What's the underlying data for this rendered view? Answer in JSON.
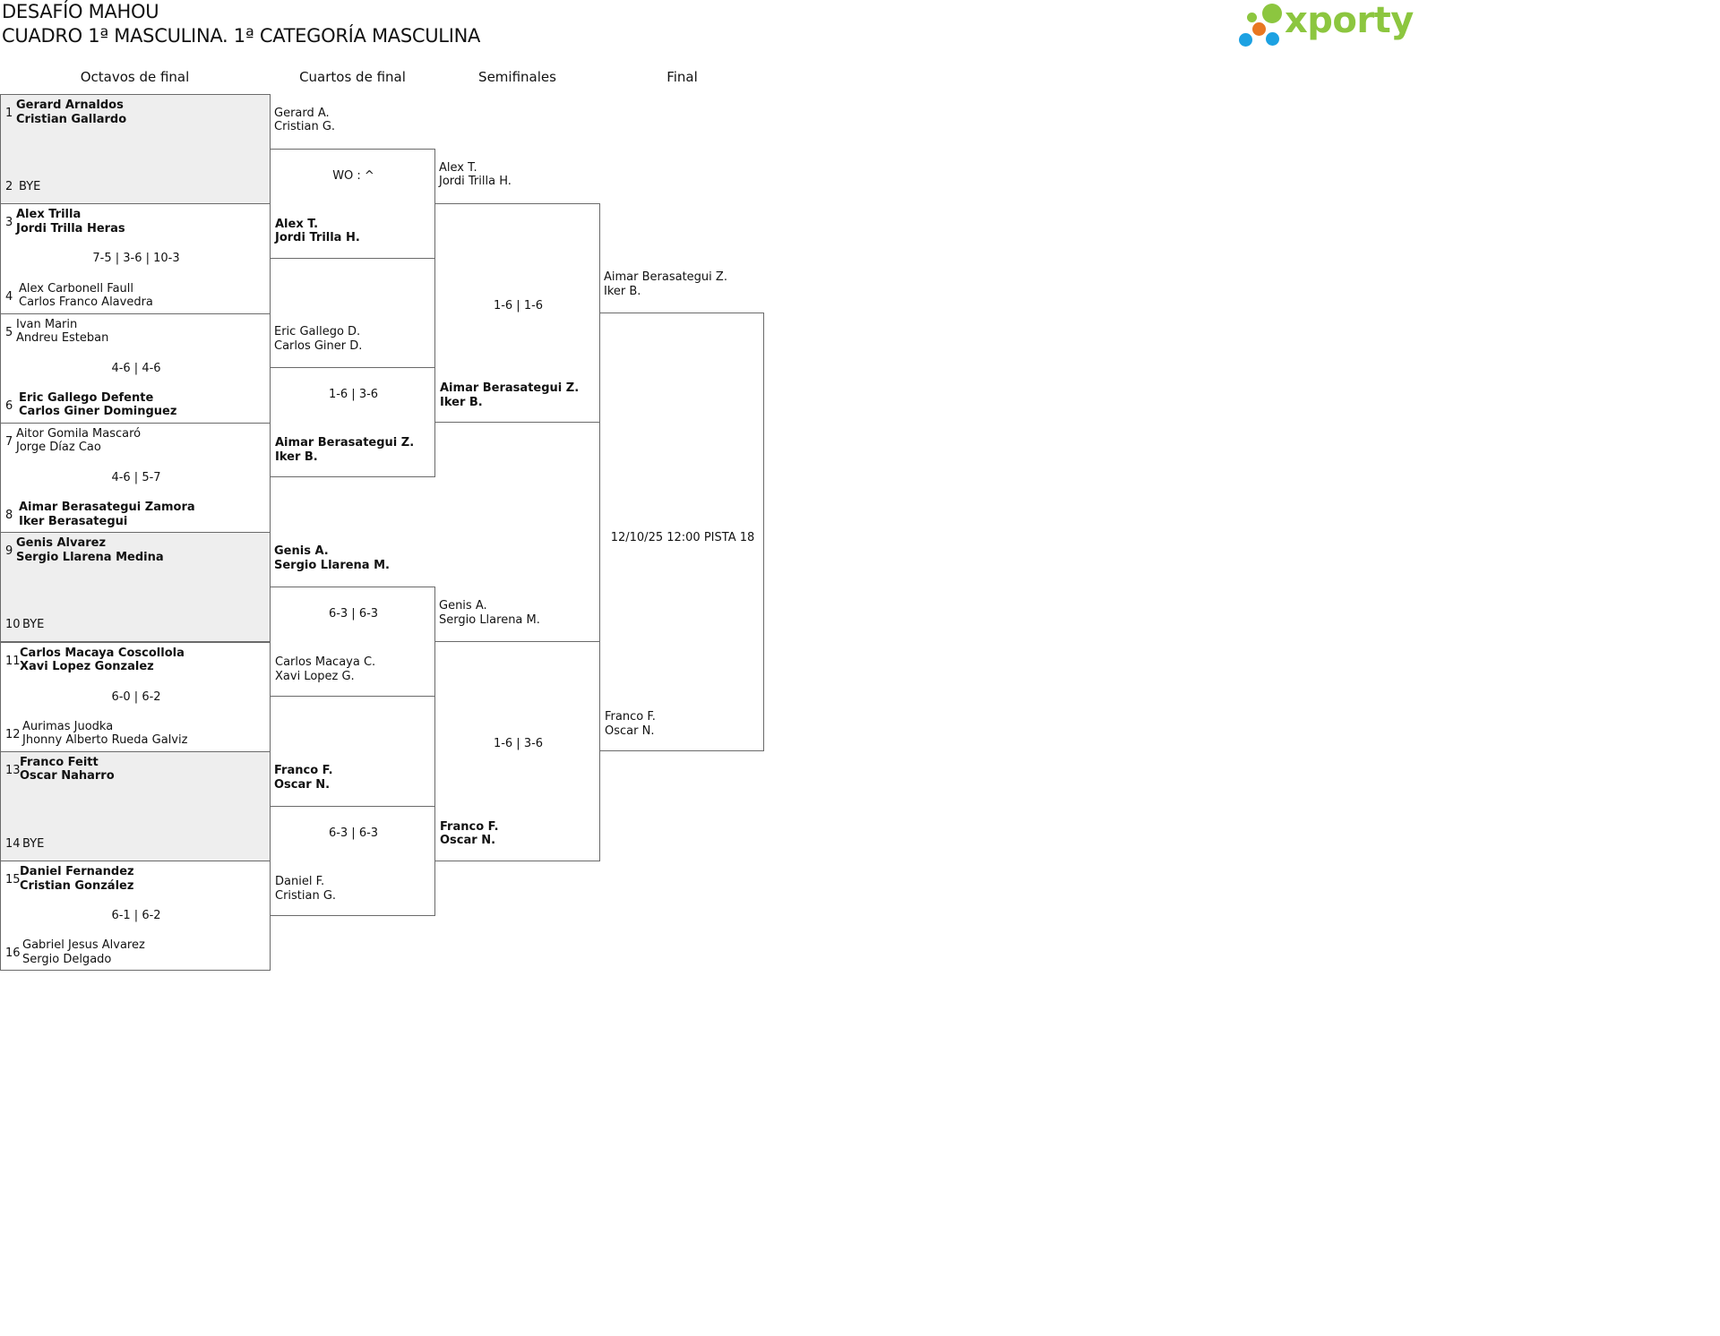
{
  "header": {
    "title": "DESAFÍO MAHOU",
    "subtitle": "CUADRO 1ª MASCULINA. 1ª CATEGORÍA MASCULINA",
    "logo_text": "xporty",
    "logo_colors": [
      "#8cc63f",
      "#e87722",
      "#1ca1e2"
    ]
  },
  "rounds": [
    "Octavos de final",
    "Cuartos de final",
    "Semifinales",
    "Final"
  ],
  "colors": {
    "winner_text": "#111111",
    "shaded_box": "#eeeeee",
    "border": "#6a6a6a"
  },
  "r16": [
    {
      "seedA": "1",
      "teamA": [
        "Gerard Arnaldos",
        "Cristian Gallardo"
      ],
      "seedB": "2",
      "teamB": [
        "BYE"
      ],
      "score": "",
      "winner": "A",
      "bye": true
    },
    {
      "seedA": "3",
      "teamA": [
        "Alex Trilla",
        "Jordi Trilla Heras"
      ],
      "seedB": "4",
      "teamB": [
        "Alex Carbonell Faull",
        "Carlos Franco Alavedra"
      ],
      "score": "7-5 | 3-6 | 10-3",
      "winner": "A"
    },
    {
      "seedA": "5",
      "teamA": [
        "Ivan Marin",
        "Andreu Esteban"
      ],
      "seedB": "6",
      "teamB": [
        "Eric Gallego Defente",
        "Carlos Giner Dominguez"
      ],
      "score": "4-6 | 4-6",
      "winner": "B"
    },
    {
      "seedA": "7",
      "teamA": [
        "Aitor Gomila Mascaró",
        "Jorge Díaz Cao"
      ],
      "seedB": "8",
      "teamB": [
        "Aimar Berasategui Zamora",
        "Iker Berasategui"
      ],
      "score": "4-6 | 5-7",
      "winner": "B"
    },
    {
      "seedA": "9",
      "teamA": [
        "Genis Alvarez",
        "Sergio Llarena Medina"
      ],
      "seedB": "10",
      "teamB": [
        "BYE"
      ],
      "score": "",
      "winner": "A",
      "bye": true
    },
    {
      "seedA": "11",
      "teamA": [
        "Carlos Macaya Coscollola",
        "Xavi Lopez Gonzalez"
      ],
      "seedB": "12",
      "teamB": [
        "Aurimas Juodka",
        "Jhonny Alberto Rueda Galviz"
      ],
      "score": "6-0 | 6-2",
      "winner": "A"
    },
    {
      "seedA": "13",
      "teamA": [
        "Franco Feitt",
        "Oscar Naharro"
      ],
      "seedB": "14",
      "teamB": [
        "BYE"
      ],
      "score": "",
      "winner": "A",
      "bye": true
    },
    {
      "seedA": "15",
      "teamA": [
        "Daniel Fernandez",
        "Cristian González"
      ],
      "seedB": "16",
      "teamB": [
        "Gabriel Jesus Alvarez",
        "Sergio Delgado"
      ],
      "score": "6-1 | 6-2",
      "winner": "A"
    }
  ],
  "qf": [
    {
      "teamA": [
        "Gerard A.",
        "Cristian G."
      ],
      "teamB": [
        "Alex T.",
        "Jordi Trilla H."
      ],
      "score": "WO : ^",
      "winner": "B"
    },
    {
      "teamA": [
        "Eric Gallego D.",
        "Carlos Giner D."
      ],
      "teamB": [
        "Aimar Berasategui Z.",
        "Iker B."
      ],
      "score": "1-6 | 3-6",
      "winner": "B"
    },
    {
      "teamA": [
        "Genis A.",
        "Sergio Llarena M."
      ],
      "teamB": [
        "Carlos Macaya C.",
        "Xavi Lopez G."
      ],
      "score": "6-3 | 6-3",
      "winner": "A"
    },
    {
      "teamA": [
        "Franco F.",
        "Oscar N."
      ],
      "teamB": [
        "Daniel F.",
        "Cristian G."
      ],
      "score": "6-3 | 6-3",
      "winner": "A"
    }
  ],
  "sf": [
    {
      "teamA": [
        "Alex T.",
        "Jordi Trilla H."
      ],
      "teamB": [
        "Aimar Berasategui Z.",
        "Iker B."
      ],
      "score": "1-6 | 1-6",
      "winner": "B"
    },
    {
      "teamA": [
        "Genis A.",
        "Sergio Llarena M."
      ],
      "teamB": [
        "Franco F.",
        "Oscar N."
      ],
      "score": "1-6 | 3-6",
      "winner": "B"
    }
  ],
  "final": [
    {
      "teamA": [
        "Aimar Berasategui Z.",
        "Iker B."
      ],
      "teamB": [
        "Franco F.",
        "Oscar N."
      ],
      "score": "12/10/25 12:00 PISTA 18",
      "winner": ""
    }
  ]
}
